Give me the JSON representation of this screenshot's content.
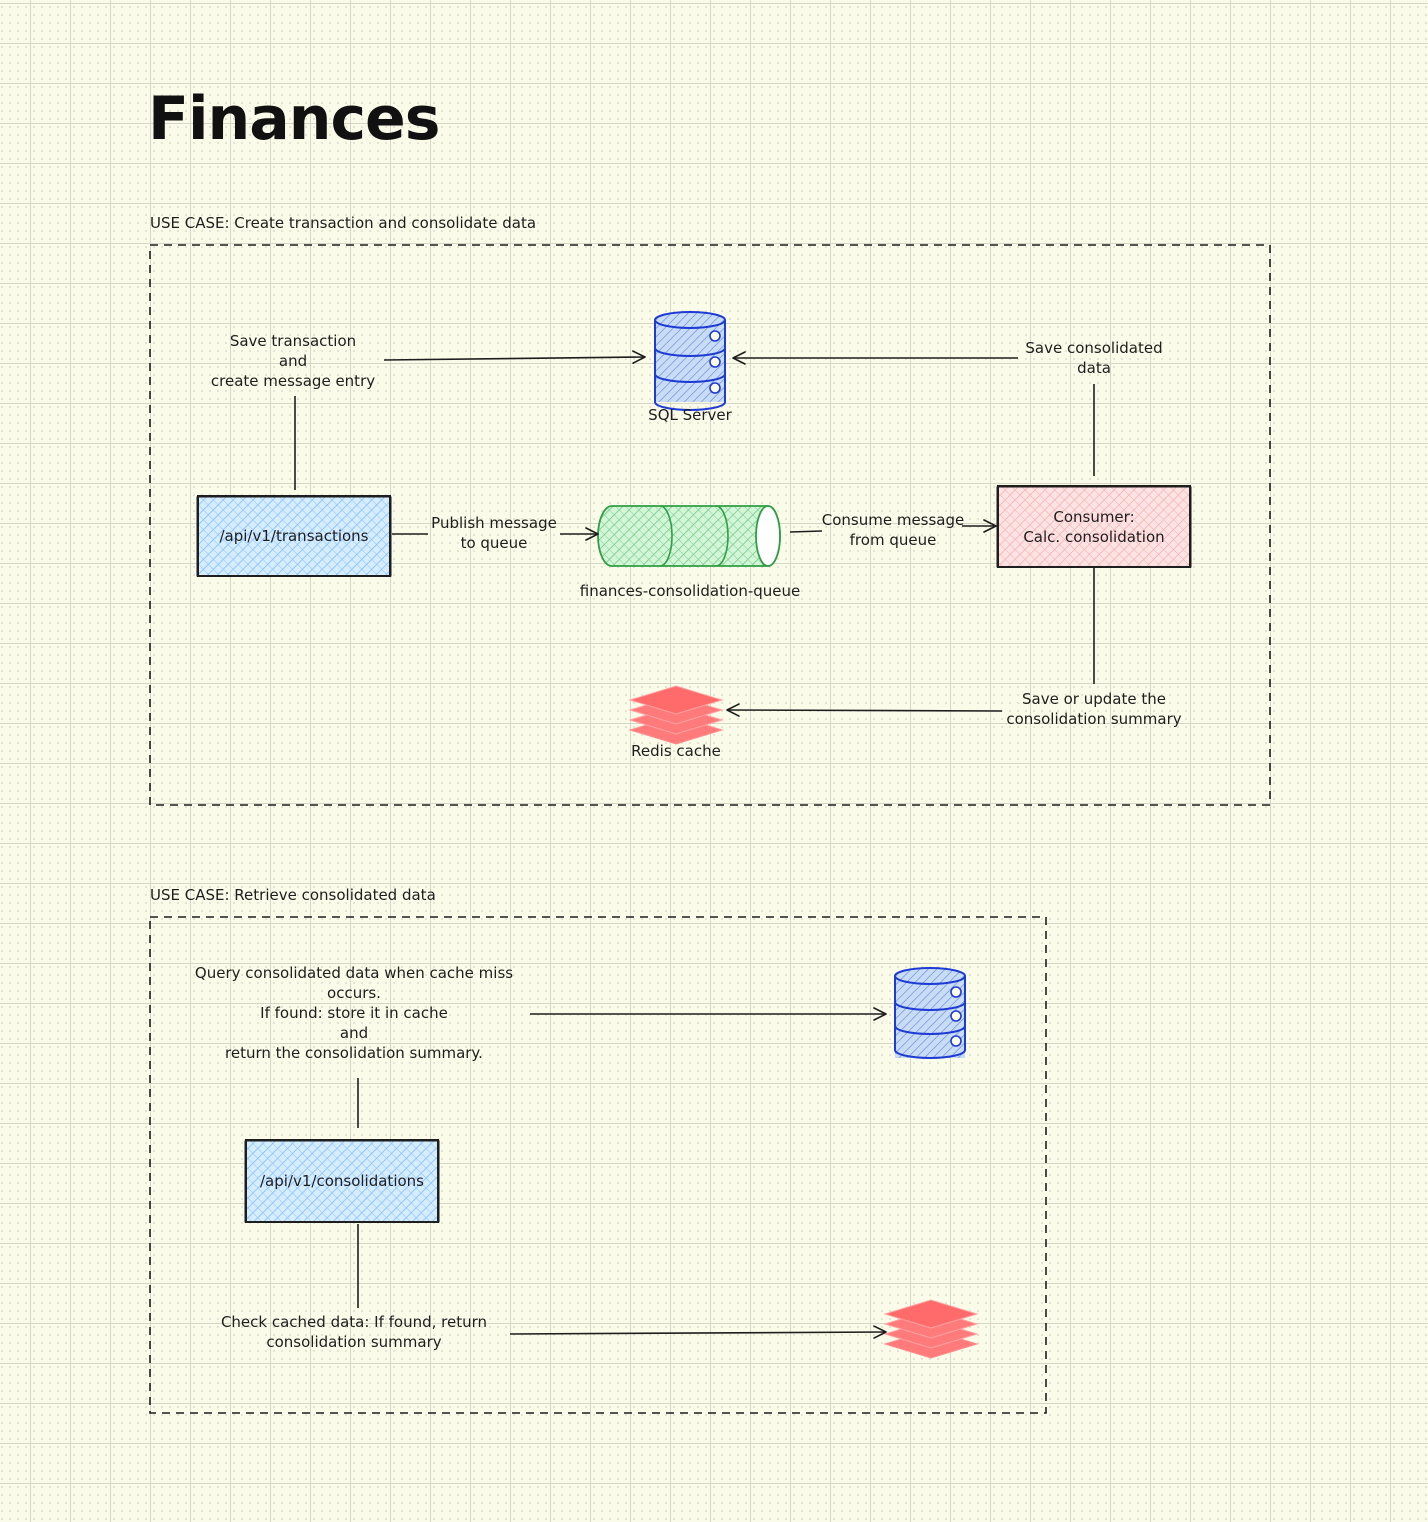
{
  "title": "Finances",
  "use_case_1": {
    "heading": "USE CASE: Create transaction and consolidate data",
    "api_endpoint": "/api/v1/transactions",
    "save_transaction_label": "Save transaction\nand\ncreate message entry",
    "sql_server_label": "SQL Server",
    "save_consolidated_label": "Save consolidated\ndata",
    "publish_label": "Publish message\nto queue",
    "queue_label": "finances-consolidation-queue",
    "consume_label": "Consume message\nfrom queue",
    "consumer_label": "Consumer:\nCalc. consolidation",
    "save_update_label": "Save or update the\nconsolidation summary",
    "redis_label": "Redis cache"
  },
  "use_case_2": {
    "heading": "USE CASE: Retrieve consolidated data",
    "query_label": "Query consolidated data when cache miss\noccurs.\nIf found: store it in cache\nand\nreturn the consolidation summary.",
    "api_endpoint": "/api/v1/consolidations",
    "check_cache_label": "Check cached data: If found, return\nconsolidation summary"
  },
  "colors": {
    "background": "#fbfbe9",
    "api_fill": "#a5d8ff",
    "api_stroke": "#1e1e1e",
    "db_stroke": "#1e3bd4",
    "db_fill": "#a5c8f0",
    "queue_stroke": "#2f9e44",
    "queue_fill": "#b2f2bb",
    "consumer_fill": "#ffc9c9",
    "redis_fill": "#ff6b6b"
  },
  "icons": {
    "database": "database-icon",
    "queue": "queue-cylinder-icon",
    "cache": "cache-layers-icon"
  }
}
